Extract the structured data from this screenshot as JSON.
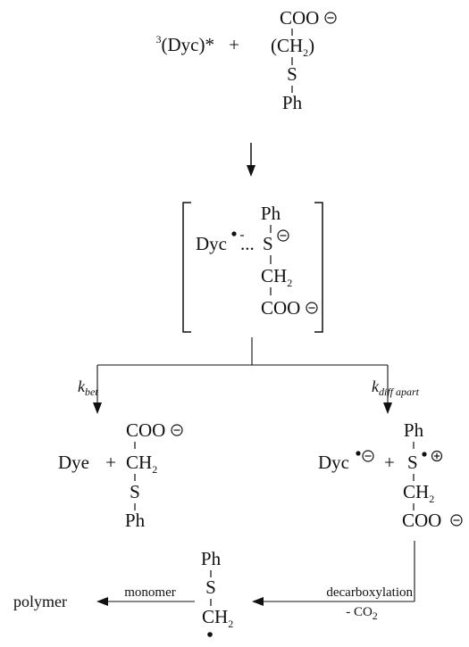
{
  "reactants": {
    "triplet_dye": {
      "superscript": "3",
      "text": "(Dyc)*"
    },
    "plus": "+",
    "carboxylate": {
      "top": "COO",
      "ch2": "(CH",
      "ch2_sub": "2",
      "ch2_close": ")",
      "s": "S",
      "ph": "Ph"
    }
  },
  "complex": {
    "ph": "Ph",
    "dye_radical_anion": "Dyc",
    "dots": "...",
    "s": "S",
    "ch2": "CH",
    "ch2_sub": "2",
    "coo": "COO"
  },
  "rates": {
    "bet": {
      "k": "k",
      "sub": "bet"
    },
    "diff": {
      "k": "k",
      "sub": "diff apart"
    }
  },
  "left_products": {
    "dye": "Dye",
    "plus": "+",
    "coo": "COO",
    "ch2": "CH",
    "ch2_sub": "2",
    "s": "S",
    "ph": "Ph"
  },
  "right_products": {
    "dye": "Dyc",
    "plus": "+",
    "ph": "Ph",
    "s": "S",
    "ch2": "CH",
    "ch2_sub": "2",
    "coo": "COO"
  },
  "bottom": {
    "polymer": "polymer",
    "monomer": "monomer",
    "decarboxylation": "decarboxylation",
    "co2": "- CO",
    "co2_sub": "2",
    "ph": "Ph",
    "s": "S",
    "ch2": "CH",
    "ch2_sub": "2"
  }
}
